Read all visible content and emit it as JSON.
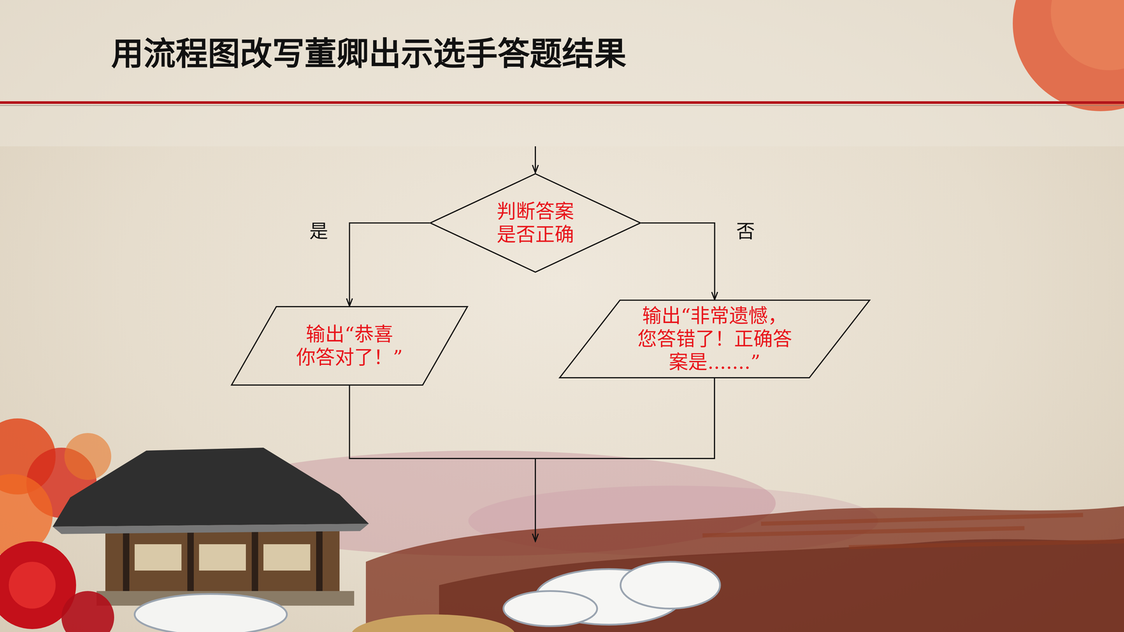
{
  "diagram": {
    "title": "用流程图改写董卿出示选手答题结果",
    "nodes": [
      {
        "text": [
          "判断答案 是否正确"
        ]
      },
      {
        "text": [
          "输出“恭喜 你答对了！”"
        ]
      },
      {
        "text": [
          "输出“非常遗憾， 您答错了！正确答 案是.......”"
        ]
      }
    ],
    "edges": [
      {
        "from": 0,
        "to": 1,
        "arrow": "to",
        "label": "是"
      },
      {
        "from": 0,
        "to": 2,
        "arrow": "to",
        "label": "否"
      }
    ]
  }
}
